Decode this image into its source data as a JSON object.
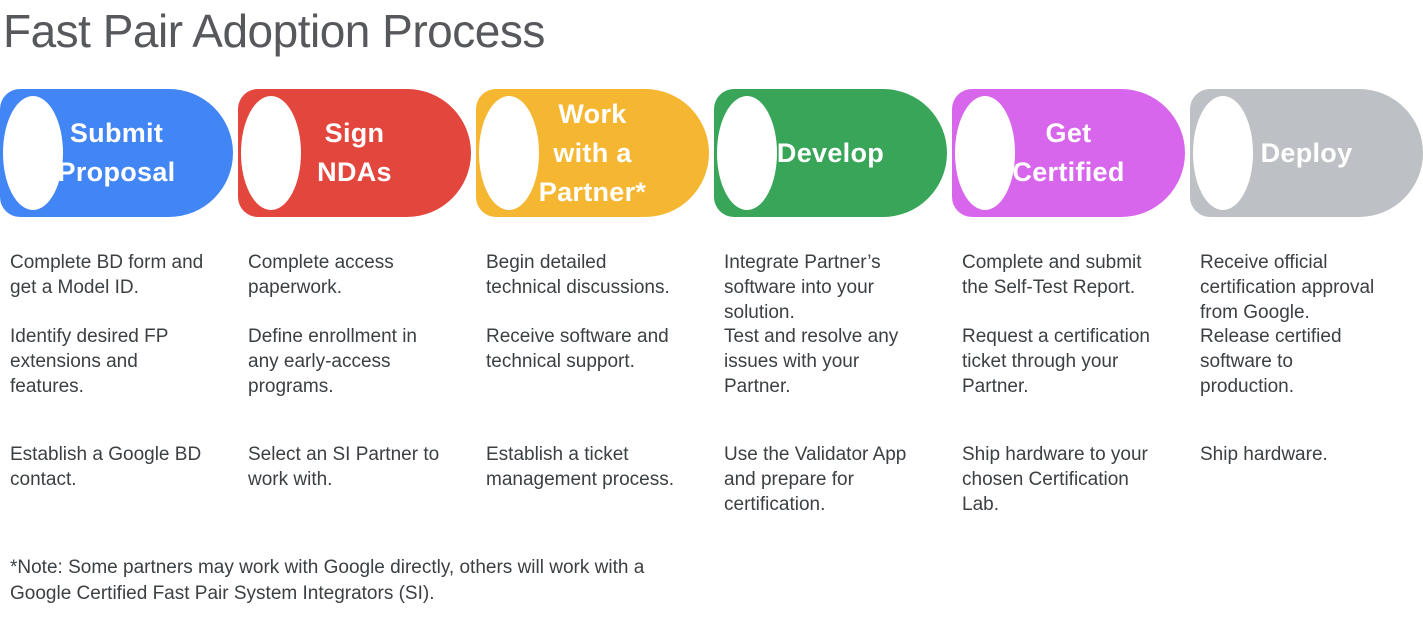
{
  "title": "Fast Pair Adoption Process",
  "steps": [
    {
      "label": "Submit\nProposal",
      "color": "#4285F4",
      "items": [
        "Complete BD form and\nget a Model ID.",
        "Identify desired FP\nextensions and\nfeatures.",
        "Establish a Google BD\ncontact."
      ]
    },
    {
      "label": "Sign\nNDAs",
      "color": "#E3463C",
      "items": [
        "Complete access\npaperwork.",
        "Define enrollment in\nany early-access\nprograms.",
        "Select an SI Partner to\nwork with."
      ]
    },
    {
      "label": "Work\nwith a\nPartner*",
      "color": "#F5B631",
      "items": [
        "Begin detailed\ntechnical discussions.",
        "Receive software and\ntechnical support.",
        "Establish a ticket\nmanagement process."
      ]
    },
    {
      "label": "Develop",
      "color": "#38A558",
      "items": [
        "Integrate Partner’s\nsoftware into your\nsolution.",
        "Test and resolve any\nissues with your\nPartner.",
        "Use the Validator App\nand prepare for\ncertification."
      ]
    },
    {
      "label": "Get\nCertified",
      "color": "#D866EC",
      "items": [
        "Complete and submit\nthe Self-Test Report.",
        "Request a certification\nticket through your\nPartner.",
        "Ship hardware to your\nchosen Certification\nLab."
      ]
    },
    {
      "label": "Deploy",
      "color": "#BDC0C4",
      "items": [
        "Receive official\ncertification approval\nfrom Google.",
        "Release certified\nsoftware to\nproduction.",
        "Ship hardware."
      ]
    }
  ],
  "note": "*Note: Some partners may work with Google directly, others will work with a\nGoogle Certified Fast Pair System Integrators (SI)."
}
